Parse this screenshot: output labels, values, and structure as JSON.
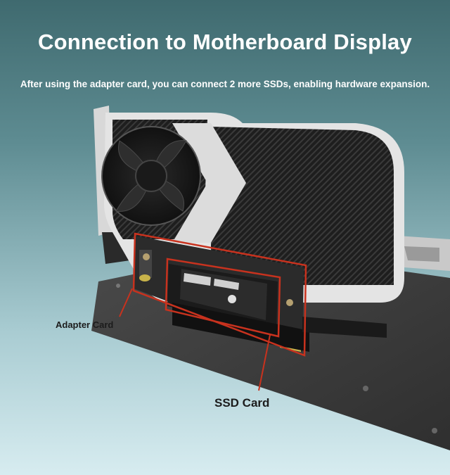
{
  "header": {
    "title": "Connection to Motherboard Display",
    "subtitle": "After using the adapter card, you can connect 2 more SSDs, enabling hardware expansion."
  },
  "callouts": {
    "adapter_card": "Adapter Card",
    "ssd_card": "SSD Card"
  },
  "colors": {
    "accent": "#c8321e",
    "title_text": "#ffffff",
    "label_text": "#1c1c1c"
  }
}
